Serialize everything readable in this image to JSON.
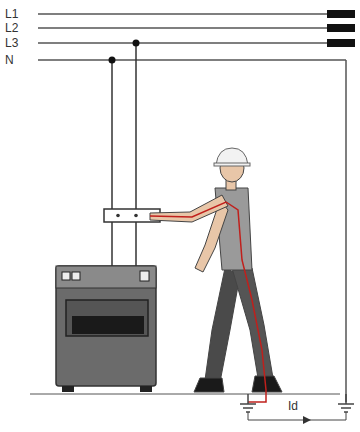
{
  "diagram": {
    "labels": [
      "L1",
      "L2",
      "L3",
      "N",
      "Id"
    ]
  }
}
